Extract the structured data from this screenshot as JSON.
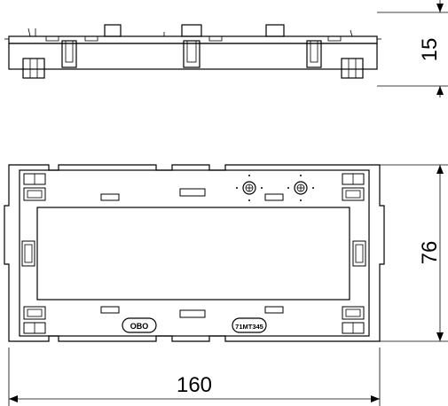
{
  "dimensions": {
    "height_side": "15",
    "height_top": "76",
    "width_top": "160"
  },
  "markings": {
    "brand": "OBO",
    "part_code": "71MT345"
  }
}
